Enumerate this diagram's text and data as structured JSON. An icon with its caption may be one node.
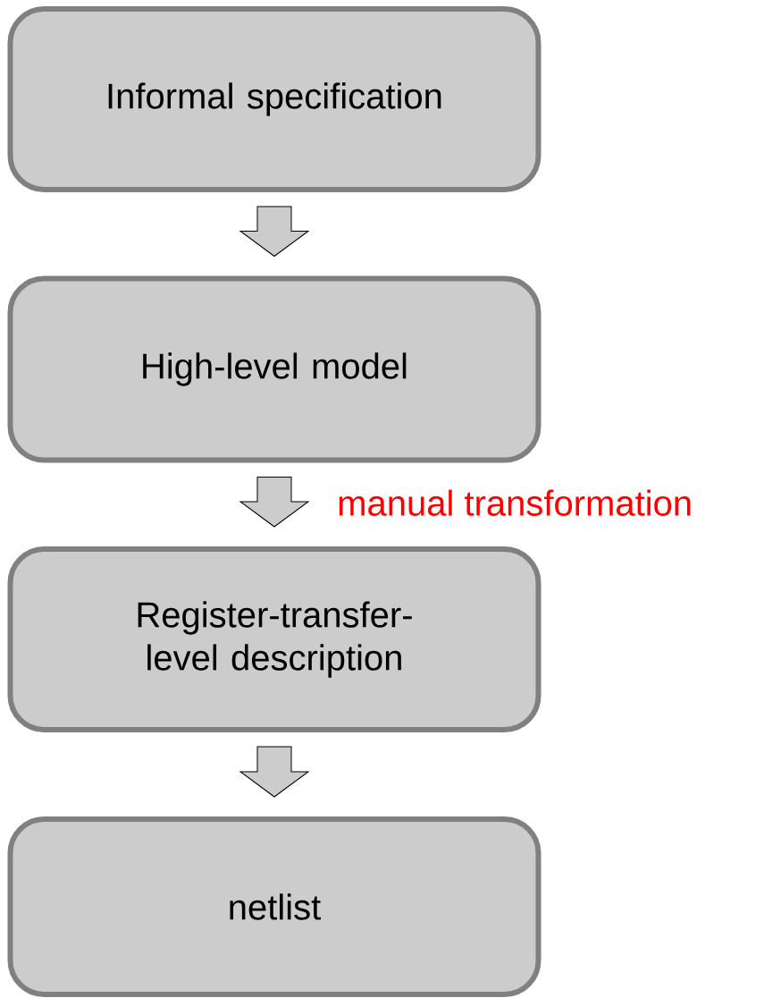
{
  "diagram": {
    "nodes": [
      {
        "text": [
          "Informal specification"
        ]
      },
      {
        "text": [
          "High-level model"
        ]
      },
      {
        "text": [
          "Register-transfer-level description"
        ]
      },
      {
        "text": [
          "netlist"
        ]
      }
    ],
    "edges": [
      {
        "from": 0,
        "to": 1,
        "arrow": "to"
      },
      {
        "from": 1,
        "to": 2,
        "arrow": "to",
        "label": "manual transformation",
        "color": "#ff0000"
      },
      {
        "from": 2,
        "to": 3,
        "arrow": "to"
      }
    ]
  }
}
